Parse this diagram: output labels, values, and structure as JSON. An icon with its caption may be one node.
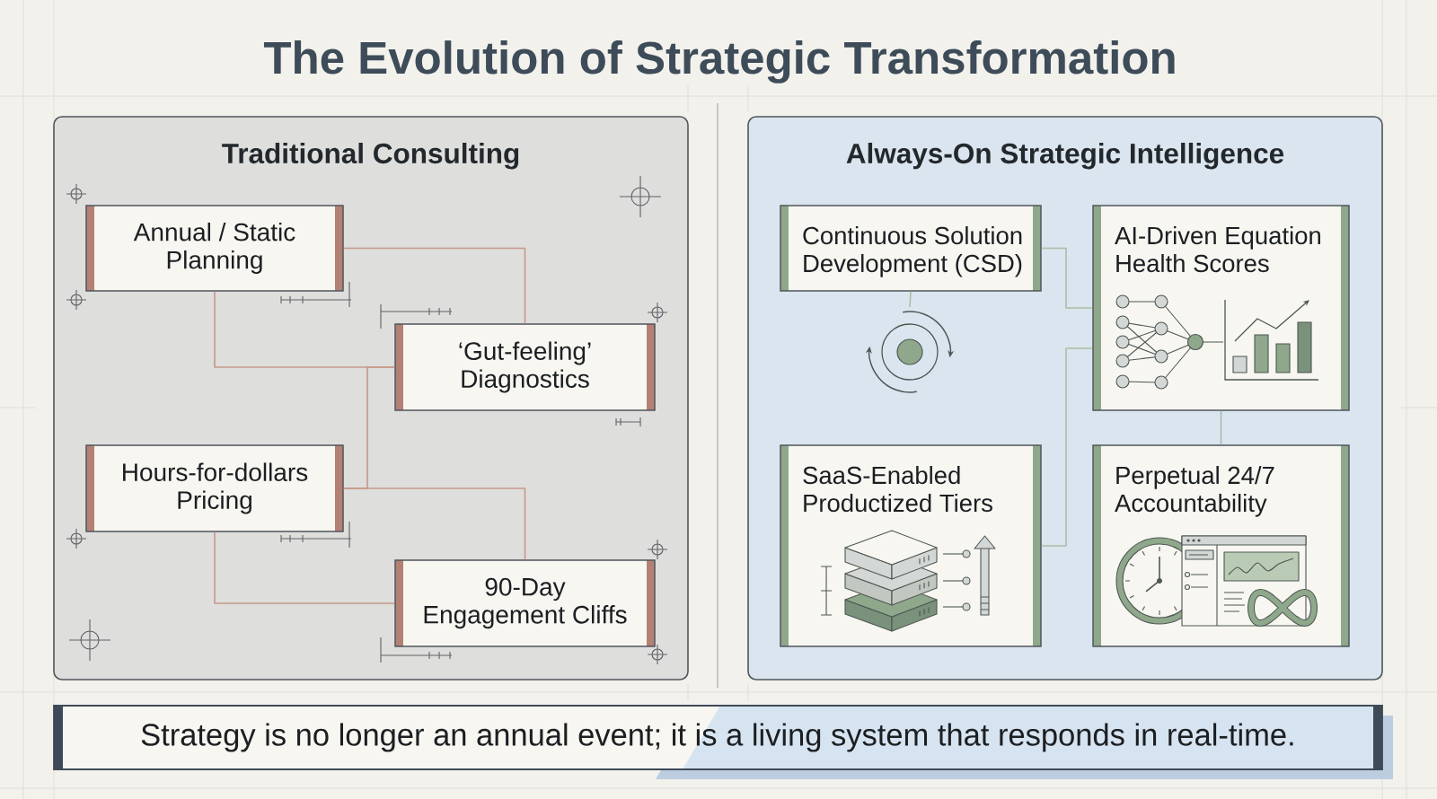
{
  "diagram": {
    "title": "The Evolution of Strategic Transformation",
    "nodes": [
      {
        "text": [
          "Traditional Consulting"
        ]
      },
      {
        "text": [
          "Annual / Static Planning"
        ],
        "in": 0
      },
      {
        "text": [
          "‘Gut-feeling’ Diagnostics"
        ],
        "in": 0
      },
      {
        "text": [
          "Hours-for-dollars Pricing"
        ],
        "in": 0
      },
      {
        "text": [
          "90-Day Engagement Cliffs"
        ],
        "in": 0
      },
      {
        "text": [
          "Always-On Strategic Intelligence"
        ]
      },
      {
        "text": [
          "Continuous Solution Development (CSD)"
        ],
        "in": 5
      },
      {
        "text": [
          "AI-Driven Equation Health Scores"
        ],
        "in": 5
      },
      {
        "text": [],
        "shape": "picture",
        "in": 5
      },
      {
        "text": [
          "SaaS-Enabled Productized Tiers"
        ],
        "in": 5
      },
      {
        "text": [
          "Perpetual 24/7 Accountability"
        ],
        "in": 5
      },
      {
        "text": [
          "Strategy is no longer an annual event; it is a living system that responds in real-time."
        ]
      }
    ],
    "edges": [
      {
        "from": 1,
        "to": 2,
        "arrow": "none"
      },
      {
        "from": 1,
        "to": 2,
        "arrow": "none"
      },
      {
        "from": 2,
        "to": 3,
        "arrow": "none"
      },
      {
        "from": 3,
        "to": 4,
        "arrow": "none"
      },
      {
        "from": 3,
        "to": 4,
        "arrow": "none"
      },
      {
        "from": 6,
        "to": 7,
        "arrow": "none",
        "color": "#a9bea6"
      },
      {
        "from": 6,
        "to": 8,
        "arrow": "none",
        "color": "#a9bea6"
      },
      {
        "from": 7,
        "to": 9,
        "arrow": "none",
        "color": "#a9bea6"
      },
      {
        "from": 7,
        "to": 10,
        "arrow": "none",
        "color": "#a9bea6"
      }
    ]
  }
}
